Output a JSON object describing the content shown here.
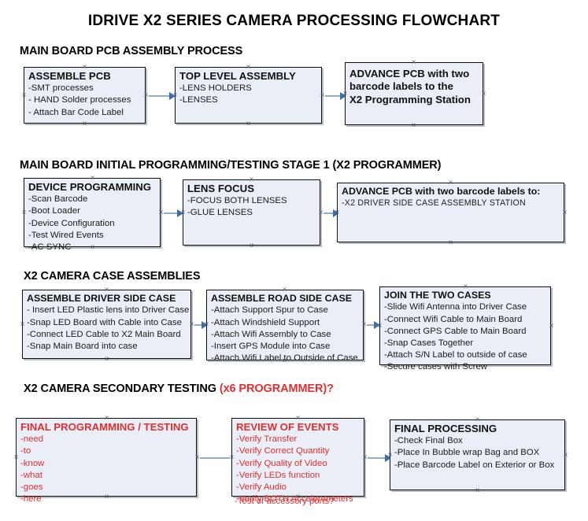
{
  "title": "IDRIVE X2  SERIES CAMERA PROCESSING FLOWCHART",
  "colors": {
    "node_fill": "#e9eef7",
    "node_border": "#101010",
    "connector": "#8fadcd",
    "arrowhead": "#3a6fae",
    "accent_red": "#e03030",
    "text": "#000000"
  },
  "sections": [
    {
      "id": "main-board-pcb-assembly",
      "heading": "MAIN BOARD PCB ASSEMBLY PROCESS",
      "heading_accent": ""
    },
    {
      "id": "main-board-initial-programming",
      "heading": "MAIN BOARD INITIAL PROGRAMMING/TESTING STAGE 1 (X2 PROGRAMMER)",
      "heading_accent": ""
    },
    {
      "id": "x2-camera-case-assemblies",
      "heading": "X2 CAMERA CASE ASSEMBLIES",
      "heading_accent": ""
    },
    {
      "id": "x2-camera-secondary-testing",
      "heading": "X2 CAMERA SECONDARY TESTING ",
      "heading_accent": "(x6 PROGRAMMER)?"
    }
  ],
  "nodes": {
    "assemble_pcb": {
      "title": "ASSEMBLE PCB",
      "items": [
        "-SMT processes",
        "- HAND Solder processes",
        "- Attach Bar Code Label"
      ]
    },
    "top_level_assembly": {
      "title": "TOP LEVEL ASSEMBLY",
      "items": [
        "-LENS HOLDERS",
        "-LENSES"
      ]
    },
    "advance_pcb_station": {
      "title_lines": [
        "ADVANCE PCB with two",
        "barcode labels to the",
        " X2 Programming Station"
      ]
    },
    "device_programming": {
      "title": "DEVICE PROGRAMMING",
      "items": [
        "-Scan Barcode",
        "-Boot Loader",
        "-Device Configuration",
        "-Test Wired Events",
        "-AC SYNC"
      ]
    },
    "lens_focus": {
      "title": "LENS FOCUS",
      "items": [
        "-FOCUS BOTH LENSES",
        "-GLUE LENSES"
      ]
    },
    "advance_pcb_driver_side": {
      "title": "ADVANCE PCB with two barcode labels to:",
      "items": [
        "-X2 DRIVER  SIDE  CASE  ASSEMBLY STATION"
      ]
    },
    "assemble_driver_side_case": {
      "title": "ASSEMBLE DRIVER SIDE CASE",
      "items": [
        "- Insert LED Plastic lens into Driver Case",
        "-Snap LED Board with Cable into Case",
        "-Connect LED Cable to X2 Main Board",
        "-Snap Main Board into case"
      ]
    },
    "assemble_road_side_case": {
      "title": "ASSEMBLE ROAD SIDE CASE",
      "items": [
        "-Attach Support Spur to Case",
        "-Attach Windshield Support",
        "-Attach Wifi Assembly to Case",
        "-Insert GPS Module into Case",
        "-Attach Wifi Label to Outside of Case"
      ]
    },
    "join_the_two_cases": {
      "title": "JOIN THE TWO CASES",
      "items": [
        "-Slide Wifi Antenna into Driver Case",
        "-Connect Wifi Cable to Main Board",
        "-Connect GPS Cable to Main Board",
        "-Snap Cases Together",
        "-Attach S/N Label to outside of case",
        "-Secure cases with Screw"
      ]
    },
    "final_programming_testing": {
      "title": "FINAL PROGRAMMING / TESTING",
      "items": [
        "-need",
        "-to",
        "-know",
        "-what",
        "-goes",
        "-here"
      ]
    },
    "review_of_events": {
      "title": "REVIEW OF EVENTS",
      "items": [
        "-Verify Transfer",
        "-Verify Correct Quantity",
        "-Verify Quality of Video",
        "-Verify LEDs function",
        "-Verify Audio",
        "-Verify BOTH Accelerometers"
      ],
      "overflow_item": "-Test of accessory ports?"
    },
    "final_processing": {
      "title": "FINAL PROCESSING",
      "items": [
        " -Check Final Box",
        "-Place In Bubble wrap Bag and BOX",
        "-Place Barcode Label on Exterior or Box"
      ]
    }
  }
}
